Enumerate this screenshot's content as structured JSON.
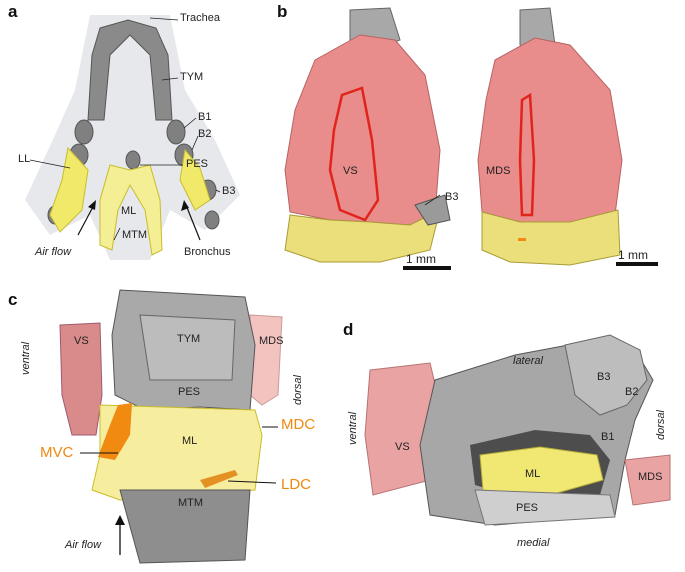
{
  "panels": {
    "a": {
      "letter": "a",
      "labels": {
        "trachea": "Trachea",
        "tym": "TYM",
        "b1": "B1",
        "b2": "B2",
        "ll": "LL",
        "pes": "PES",
        "b3": "B3",
        "ml": "ML",
        "mtm": "MTM",
        "air_flow": "Air flow",
        "bronchus": "Bronchus"
      }
    },
    "b": {
      "letter": "b",
      "labels": {
        "vs": "VS",
        "mds": "MDS",
        "b3": "B3",
        "scale_left": "1 mm",
        "scale_right": "1 mm"
      }
    },
    "c": {
      "letter": "c",
      "labels": {
        "vs": "VS",
        "tym": "TYM",
        "mds": "MDS",
        "pes": "PES",
        "ventral": "ventral",
        "dorsal": "dorsal",
        "mdc": "MDC",
        "mvc": "MVC",
        "ml": "ML",
        "ldc": "LDC",
        "mtm": "MTM",
        "air_flow": "Air flow"
      }
    },
    "d": {
      "letter": "d",
      "labels": {
        "lateral": "lateral",
        "b3": "B3",
        "b2": "B2",
        "ventral": "ventral",
        "b1": "B1",
        "dorsal": "dorsal",
        "vs": "VS",
        "ml": "ML",
        "mds": "MDS",
        "pes": "PES",
        "medial": "medial"
      }
    }
  },
  "colors": {
    "tissue_gray": "#9a9a9a",
    "cartilage_dark": "#7b7b7b",
    "membrane_yellow": "#f1e96a",
    "labia_pink": "#e98c8c",
    "labia_light": "#f3c3c0",
    "contour_red": "#e0241b",
    "orange": "#f08a10"
  }
}
